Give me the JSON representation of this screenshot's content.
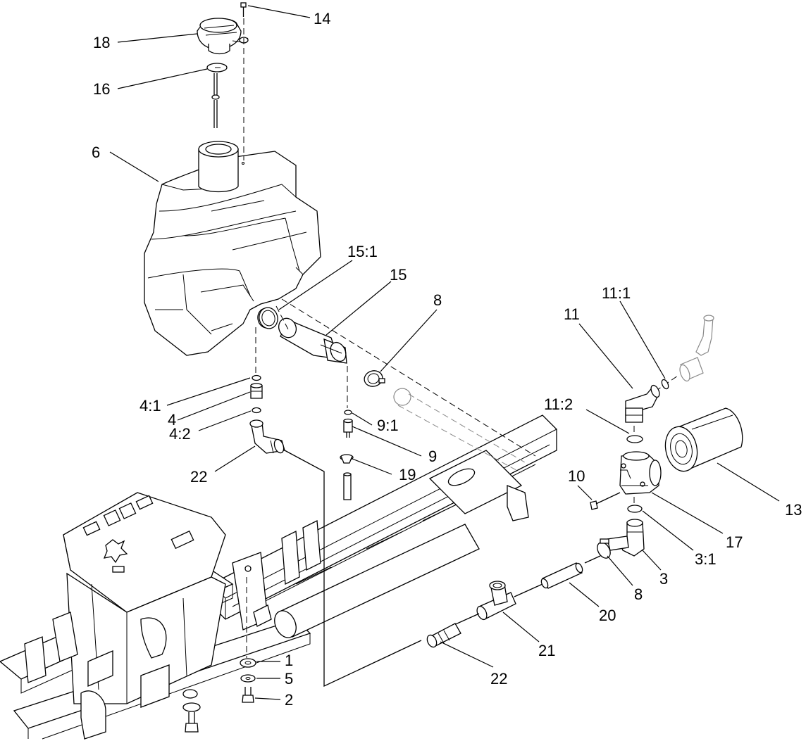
{
  "callouts": [
    {
      "id": "c18",
      "text": "18"
    },
    {
      "id": "c14",
      "text": "14"
    },
    {
      "id": "c16",
      "text": "16"
    },
    {
      "id": "c6",
      "text": "6"
    },
    {
      "id": "c15-1",
      "text": "15:1"
    },
    {
      "id": "c15",
      "text": "15"
    },
    {
      "id": "c8a",
      "text": "8"
    },
    {
      "id": "c4-1",
      "text": "4:1"
    },
    {
      "id": "c4",
      "text": "4"
    },
    {
      "id": "c4-2",
      "text": "4:2"
    },
    {
      "id": "c22a",
      "text": "22"
    },
    {
      "id": "c9-1",
      "text": "9:1"
    },
    {
      "id": "c9",
      "text": "9"
    },
    {
      "id": "c19",
      "text": "19"
    },
    {
      "id": "c11-1",
      "text": "11:1"
    },
    {
      "id": "c11",
      "text": "11"
    },
    {
      "id": "c11-2",
      "text": "11:2"
    },
    {
      "id": "c10",
      "text": "10"
    },
    {
      "id": "c13",
      "text": "13"
    },
    {
      "id": "c17",
      "text": "17"
    },
    {
      "id": "c3-1",
      "text": "3:1"
    },
    {
      "id": "c3",
      "text": "3"
    },
    {
      "id": "c8b",
      "text": "8"
    },
    {
      "id": "c20",
      "text": "20"
    },
    {
      "id": "c21",
      "text": "21"
    },
    {
      "id": "c22b",
      "text": "22"
    },
    {
      "id": "c1",
      "text": "1"
    },
    {
      "id": "c5",
      "text": "5"
    },
    {
      "id": "c2",
      "text": "2"
    }
  ],
  "parts": [
    {
      "id": "part-18",
      "name": "fuel-cap"
    },
    {
      "id": "part-14",
      "name": "screw"
    },
    {
      "id": "part-16",
      "name": "fuel-gauge"
    },
    {
      "id": "part-6",
      "name": "fuel-tank"
    },
    {
      "id": "part-15",
      "name": "fuel-filler-neck-hose"
    },
    {
      "id": "part-13",
      "name": "fuel-filter-element"
    },
    {
      "id": "part-17",
      "name": "filter-head"
    }
  ]
}
